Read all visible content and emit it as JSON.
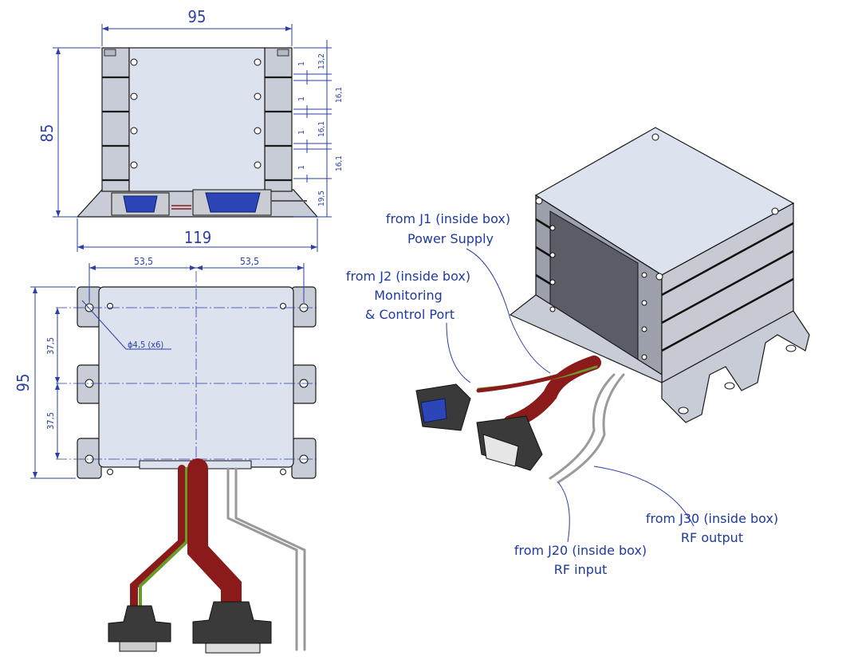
{
  "front_view": {
    "width_top": "95",
    "height": "85",
    "width_bottom": "119",
    "stack_dims": [
      "13,2",
      "16,1",
      "16,1",
      "16,1",
      "19,5"
    ],
    "gap_dims": [
      "1",
      "1",
      "1",
      "1"
    ]
  },
  "top_view": {
    "half_width_left": "53,5",
    "half_width_right": "53,5",
    "depth": "95",
    "hole_pitch_upper": "37,5",
    "hole_pitch_lower": "37,5",
    "hole_callout": "ϕ4,5 (x6)"
  },
  "callouts": {
    "j1": {
      "line1": "from J1 (inside box)",
      "line2": "Power Supply"
    },
    "j2": {
      "line1": "from J2 (inside box)",
      "line2": "Monitoring",
      "line3": "& Control Port"
    },
    "j30": {
      "line1": "from J30 (inside box)",
      "line2": "RF output"
    },
    "j20": {
      "line1": "from J20 (inside box)",
      "line2": "RF input"
    }
  },
  "colors": {
    "dimension": "#2a3fa8",
    "housing": "#dde2ef",
    "connector_blue": "#2c46b8",
    "cable_red": "#8b1a1a",
    "cable_green": "#6a9a2a"
  }
}
